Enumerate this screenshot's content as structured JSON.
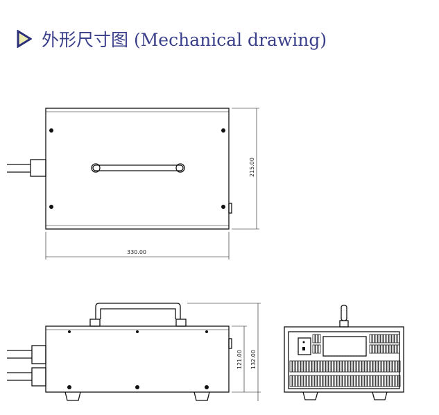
{
  "header": {
    "icon": "triangle-play-icon",
    "title": "外形尺寸图 (Mechanical drawing)"
  },
  "dimensions": {
    "length": "330.00",
    "width": "215.00",
    "height_body": "121.00",
    "height_total": "132.00"
  },
  "colors": {
    "title": "#3a3f8a",
    "icon_fill": "#ecebb0",
    "icon_stroke": "#2b2f7a"
  }
}
